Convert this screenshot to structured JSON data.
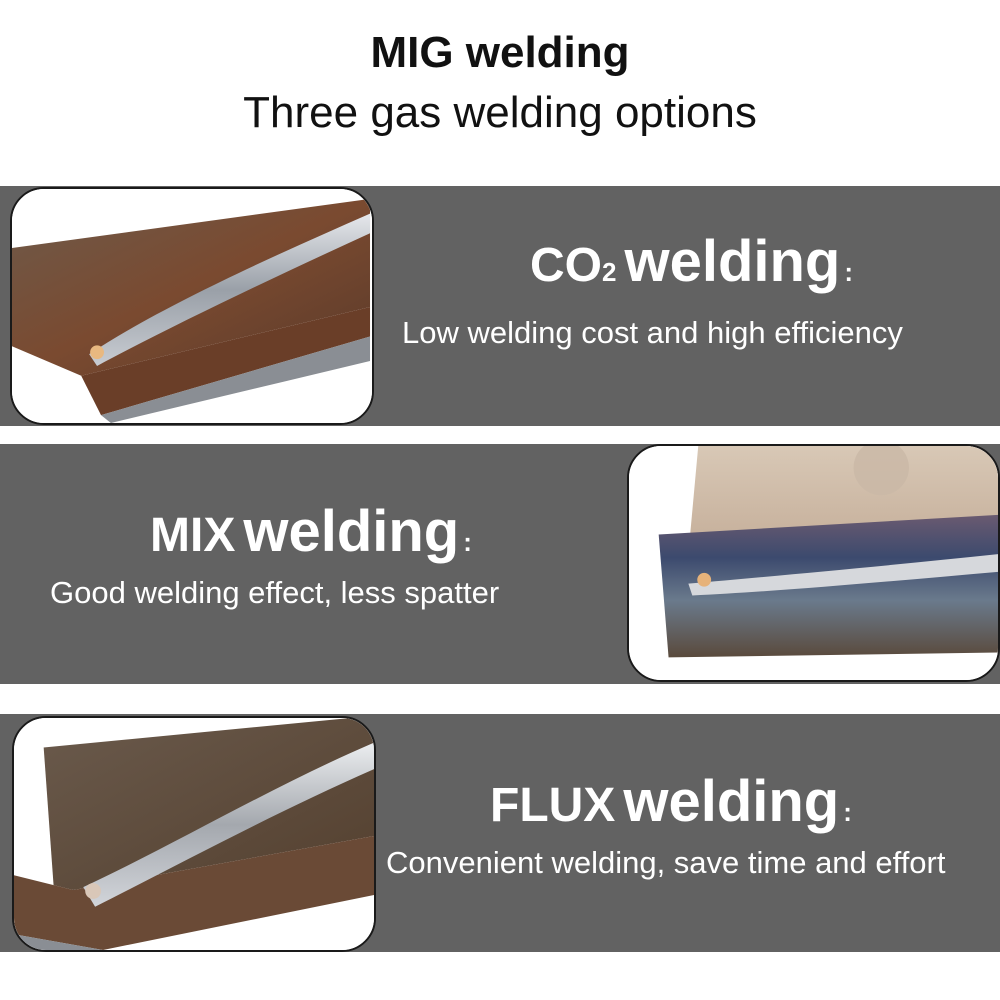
{
  "header": {
    "title": "MIG welding",
    "subtitle": "Three gas welding options"
  },
  "options": [
    {
      "prefix": "CO",
      "subscript": "2",
      "word": "welding",
      "colon": ":",
      "description": "Low welding cost and high efficiency"
    },
    {
      "prefix": "MIX",
      "word": "welding",
      "colon": ":",
      "description": "Good welding effect, less spatter"
    },
    {
      "prefix": "FLUX",
      "word": "welding",
      "colon": ":",
      "description": "Convenient welding, save time and effort"
    }
  ],
  "colors": {
    "band": "#626262",
    "text_on_band": "#ffffff",
    "heading_dark": "#111111"
  }
}
